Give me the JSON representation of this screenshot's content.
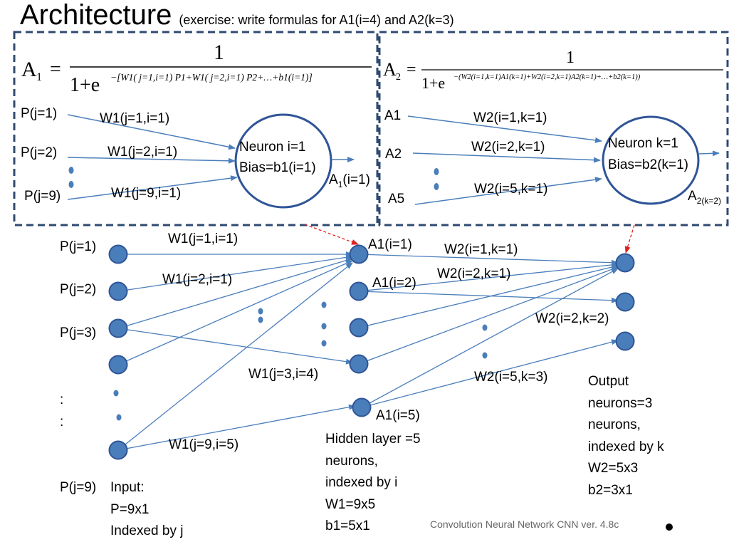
{
  "title": {
    "main": "Architecture",
    "note": "(exercise: write formulas for  A1(i=4) and A2(k=3)"
  },
  "panel_left": {
    "formula": {
      "lhs": "A",
      "lhs_sub": "1",
      "numerator": "1",
      "denominator": "1+e",
      "exponent": "−[W1( j=1,i=1) P1+W1( j=2,i=1) P2+…+b1(i=1)]"
    },
    "inputs": [
      "P(j=1)",
      "P(j=2)",
      "P(j=9)"
    ],
    "weights": [
      "W1(j=1,i=1)",
      "W1(j=2,i=1)",
      "W1(j=9,i=1)"
    ],
    "neuron": [
      "Neuron i=1",
      "Bias=b1(i=1)"
    ],
    "output": "A",
    "output_sub": "1",
    "output_suffix": "(i=1)"
  },
  "panel_right": {
    "formula": {
      "lhs": "A",
      "lhs_sub": "2",
      "numerator": "1",
      "denominator": "1+e",
      "exponent": "−(W2(i=1,k=1)A1(k=1)+W2(i=2,k=1)A2(k=1)+…+b2(k=1))"
    },
    "inputs": [
      "A1",
      "A2",
      "A5"
    ],
    "weights": [
      "W2(i=1,k=1)",
      "W2(i=2,k=1)",
      "W2(i=5,k=1)"
    ],
    "neuron": [
      "Neuron k=1",
      "Bias=b2(k=1)"
    ],
    "output": "A",
    "output_sub": "2(k=2)"
  },
  "network": {
    "input_labels": [
      "P(j=1)",
      "P(j=2)",
      "P(j=3)",
      ":",
      ":",
      "P(j=9)"
    ],
    "w1_labels": [
      "W1(j=1,i=1)",
      "W1(j=2,i=1)",
      "W1(j=3,i=4)",
      "W1(j=9,i=5)"
    ],
    "hidden_labels": [
      "A1(i=1)",
      "A1(i=2)",
      "A1(i=5)"
    ],
    "w2_labels": [
      "W2(i=1,k=1)",
      "W2(i=2,k=1)",
      "W2(i=2,k=2)",
      "W2(i=5,k=3)"
    ],
    "input_caption": "Input:\nP=9x1\nIndexed by j",
    "hidden_caption": "Hidden layer =5\nneurons,\nindexed by i\nW1=9x5\nb1=5x1",
    "output_caption": "Output\nneurons=3\nneurons,\nindexed by k\nW2=5x3\nb2=3x1"
  },
  "footer": "Convolution Neural Network CNN ver. 4.8c",
  "colors": {
    "node_fill": "#4a7ebb",
    "node_stroke": "#2f5597",
    "edge": "#4a7ebb",
    "panel_border": "#2f4a70",
    "pointer": "#e02020"
  }
}
